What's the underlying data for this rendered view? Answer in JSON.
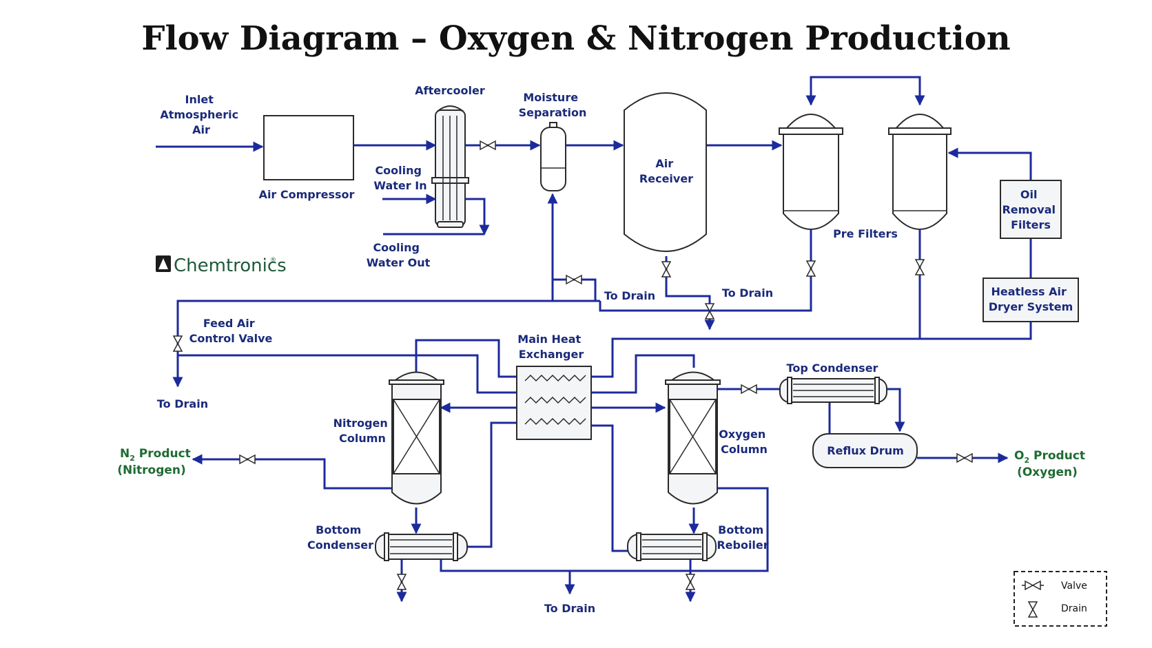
{
  "title": "Flow Diagram – Oxygen & Nitrogen Production",
  "brand": "Chemtronics",
  "labels": {
    "inlet": [
      "Inlet",
      "Atmospheric",
      "Air"
    ],
    "air_compressor": "Air Compressor",
    "aftercooler": "Aftercooler",
    "cooling_water_in": [
      "Cooling",
      "Water In"
    ],
    "cooling_water_out": [
      "Cooling",
      "Water Out"
    ],
    "moisture_separation": [
      "Moisture",
      "Separation"
    ],
    "air_receiver": [
      "Air",
      "Receiver"
    ],
    "pre_filters": "Pre Filters",
    "oil_removal_filters": [
      "Oil",
      "Removal",
      "Filters"
    ],
    "heatless_air_dryer": [
      "Heatless Air",
      "Dryer System"
    ],
    "to_drain": "To Drain",
    "feed_air_control_valve": [
      "Feed Air",
      "Control Valve"
    ],
    "main_heat_exchanger": [
      "Main Heat",
      "Exchanger"
    ],
    "nitrogen_column": [
      "Nitrogen",
      "Column"
    ],
    "oxygen_column": [
      "Oxygen",
      "Column"
    ],
    "top_condenser": "Top Condenser",
    "reflux_drum": "Reflux Drum",
    "bottom_condenser": [
      "Bottom",
      "Condenser"
    ],
    "bottom_reboiler": [
      "Bottom",
      "Reboiler"
    ],
    "n2_product": {
      "symbol": "N",
      "subscript": "2",
      "label": " Product",
      "name": "(Nitrogen)"
    },
    "o2_product": {
      "symbol": "O",
      "subscript": "2",
      "label": " Product",
      "name": "(Oxygen)"
    }
  },
  "legend": {
    "valve": "Valve",
    "drain": "Drain"
  },
  "colors": {
    "pipe": "#1c2a9c",
    "label": "#1a2a7a",
    "product": "#1e6b33",
    "brand": "#1e5a38"
  }
}
